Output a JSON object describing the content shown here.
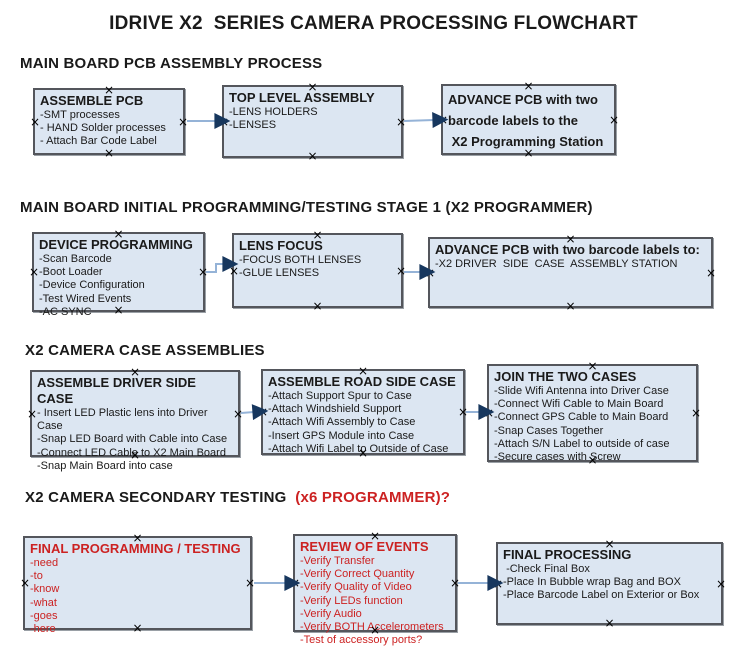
{
  "page_title": "IDRIVE X2  SERIES CAMERA PROCESSING FLOWCHART",
  "colors": {
    "box_fill": "#dce6f2",
    "box_border": "#54565c",
    "arrow_line": "#95b3d7",
    "arrow_head": "#17375e",
    "red_text": "#cc2222",
    "text": "#1a1a1a",
    "background": "#ffffff"
  },
  "sections": [
    {
      "heading": "MAIN BOARD PCB ASSEMBLY PROCESS",
      "heading_red": "",
      "boxes": [
        {
          "title": "ASSEMBLE PCB",
          "items": [
            "-SMT processes",
            "- HAND Solder processes",
            "- Attach Bar Code Label"
          ]
        },
        {
          "title": "TOP LEVEL ASSEMBLY",
          "items": [
            "-LENS HOLDERS",
            "-LENSES"
          ]
        },
        {
          "title": "",
          "items": [
            "ADVANCE PCB with two",
            "barcode labels to the",
            " X2 Programming Station"
          ]
        }
      ]
    },
    {
      "heading": "MAIN BOARD INITIAL PROGRAMMING/TESTING STAGE 1 (X2 PROGRAMMER)",
      "heading_red": "",
      "boxes": [
        {
          "title": "DEVICE PROGRAMMING",
          "items": [
            "-Scan Barcode",
            "-Boot Loader",
            "-Device Configuration",
            "-Test Wired Events",
            "-AC SYNC"
          ]
        },
        {
          "title": "LENS FOCUS",
          "items": [
            "-FOCUS BOTH LENSES",
            "-GLUE LENSES"
          ]
        },
        {
          "title": "ADVANCE PCB with two barcode labels to:",
          "items": [
            "-X2 DRIVER  SIDE  CASE  ASSEMBLY STATION"
          ]
        }
      ]
    },
    {
      "heading": "X2 CAMERA CASE ASSEMBLIES",
      "heading_red": "",
      "boxes": [
        {
          "title": "ASSEMBLE DRIVER SIDE CASE",
          "items": [
            "- Insert LED Plastic lens into Driver Case",
            "-Snap LED Board with Cable into Case",
            "-Connect LED Cable to X2 Main Board",
            "-Snap Main Board into case"
          ]
        },
        {
          "title": "ASSEMBLE ROAD SIDE CASE",
          "items": [
            "-Attach Support Spur to Case",
            "-Attach Windshield Support",
            "-Attach Wifi Assembly to Case",
            "-Insert GPS Module into Case",
            "-Attach Wifi Label to Outside of Case"
          ]
        },
        {
          "title": "JOIN THE TWO CASES",
          "items": [
            "-Slide Wifi Antenna into Driver Case",
            "-Connect Wifi Cable to Main Board",
            "-Connect GPS Cable to Main Board",
            "-Snap Cases Together",
            "-Attach S/N Label to outside of case",
            "-Secure cases with Screw"
          ]
        }
      ]
    },
    {
      "heading": "X2 CAMERA SECONDARY TESTING ",
      "heading_red": " (x6 PROGRAMMER)?",
      "boxes": [
        {
          "title": "FINAL PROGRAMMING / TESTING",
          "items": [
            "-need",
            "-to",
            "-know",
            "-what",
            "-goes",
            "-here"
          ]
        },
        {
          "title": "REVIEW OF EVENTS",
          "items": [
            "-Verify Transfer",
            "-Verify Correct Quantity",
            "-Verify Quality of Video",
            "-Verify LEDs function",
            "-Verify Audio",
            "-Verify BOTH Accelerometers",
            "-Test of accessory ports?"
          ]
        },
        {
          "title": "FINAL PROCESSING",
          "items": [
            " -Check Final Box",
            "-Place In Bubble wrap Bag and BOX",
            "-Place Barcode Label on Exterior or Box"
          ]
        }
      ]
    }
  ]
}
